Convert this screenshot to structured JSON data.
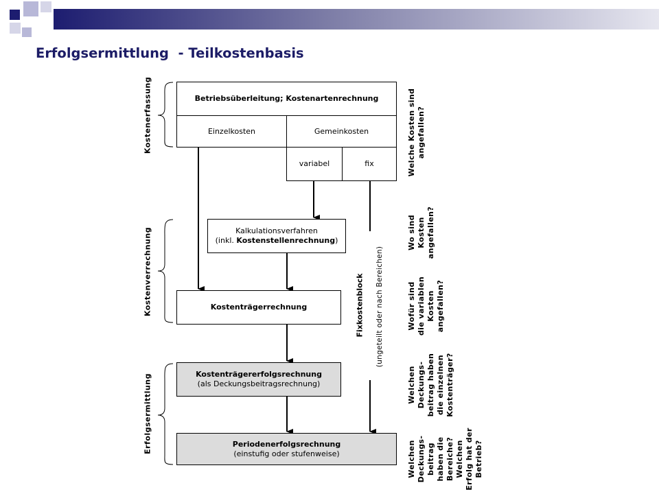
{
  "title": "Erfolgsermittlung  - Teilkostenbasis",
  "sections": {
    "kostenerfassung": "Kostenerfassung",
    "kostenverrechnung": "Kostenverrechnung",
    "erfolgsermittlung": "Erfolgsermittlung"
  },
  "boxes": {
    "betriebsueberleitung": "Betriebsüberleitung; Kostenartenrechnung",
    "einzelkosten": "Einzelkosten",
    "gemeinkosten": "Gemeinkosten",
    "variabel": "variabel",
    "fix": "fix",
    "kalkulation_line1": "Kalkulationsverfahren",
    "kalkulation_line2_pre": "(inkl. ",
    "kalkulation_line2_bold": "Kostenstellenrechnung",
    "kalkulation_line2_post": ")",
    "kostentraeger": "Kostenträgerrechnung",
    "kte_line1": "Kostenträgererfolgsrechnung",
    "kte_line2": "(als Deckungsbeitragsrechnung)",
    "periode_line1": "Periodenerfolgsrechnung",
    "periode_line2": "(einstufig oder stufenweise)"
  },
  "fixkostenblock": {
    "title": "Fixkostenblock",
    "subtitle": "(ungeteilt oder nach Bereichen)"
  },
  "questions": {
    "q1": "Welche Kosten sind\nangefallen?",
    "q2": "Wo sind\nKosten\nangefallen?",
    "q3": "Wofür sind\ndie variablen\nKosten\nangefallen?",
    "q4": "Welchen\nDeckungs-\nbeitrag haben\ndie einzelnen\nKostenträger?",
    "q5": "Welchen\nDeckungs-\nbeitrag\nhaben die\nBereiche?\nWelchen\nErfolg hat der\nBetrieb?"
  },
  "colors": {
    "title": "#1c1c66",
    "bar_dark": "#1d1d70",
    "square_dark": "#1d1d70",
    "square_light": "#b8b8d8",
    "box_gray": "#dcdcdc"
  }
}
